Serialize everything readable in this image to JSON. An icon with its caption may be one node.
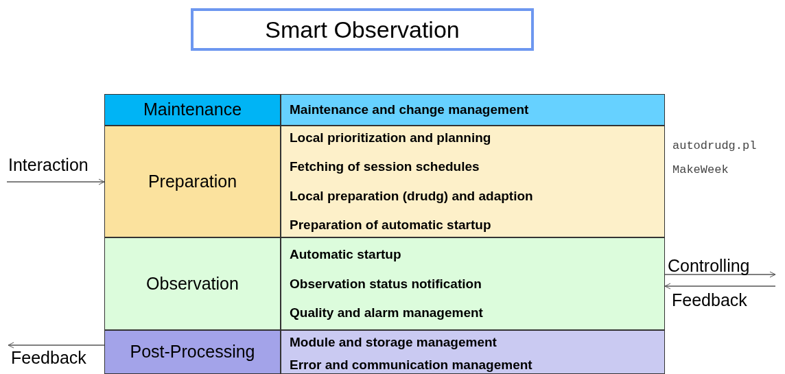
{
  "diagram": {
    "nodes": [
      {
        "text": [
          "Smart Observation"
        ]
      },
      {
        "text": [
          "Maintenance"
        ]
      },
      {
        "text": [
          "Maintenance and change management"
        ]
      },
      {
        "text": [
          "Preparation"
        ]
      },
      {
        "text": [
          "Local prioritization and planning",
          "Fetching of session schedules",
          "Local preparation (drudg) and adaption",
          "Preparation of automatic startup"
        ],
        "beside": [
          "autodrudg.pl",
          "MakeWeek"
        ]
      },
      {
        "text": [
          "Observation"
        ]
      },
      {
        "text": [
          "Automatic startup",
          "Observation status notification",
          "Quality and alarm management"
        ]
      },
      {
        "text": [
          "Post-Processing"
        ]
      },
      {
        "text": [
          "Module and storage management",
          "Error and communication management"
        ]
      }
    ],
    "edges": [
      {
        "from": null,
        "to": 3,
        "arrow": "to",
        "label": "Interaction"
      },
      {
        "from": 6,
        "to": null,
        "arrow": "to",
        "label": "Controlling"
      },
      {
        "from": null,
        "to": 6,
        "arrow": "to",
        "label": "Feedback"
      },
      {
        "from": 7,
        "to": null,
        "arrow": "to",
        "label": "Feedback"
      }
    ]
  }
}
